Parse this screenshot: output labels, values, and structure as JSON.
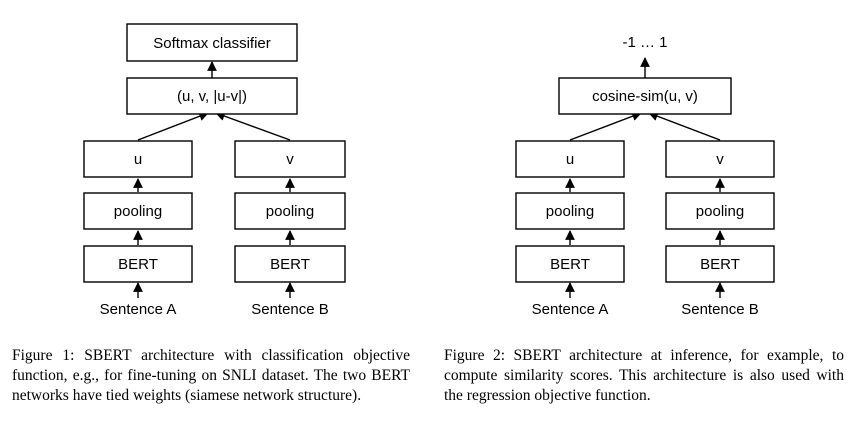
{
  "figure1": {
    "classifier": "Softmax classifier",
    "concat": "(u, v, |u-v|)",
    "left": {
      "embedding": "u",
      "pooling": "pooling",
      "encoder": "BERT",
      "input": "Sentence A"
    },
    "right": {
      "embedding": "v",
      "pooling": "pooling",
      "encoder": "BERT",
      "input": "Sentence B"
    },
    "caption": "Figure 1: SBERT architecture with classification objective function, e.g., for fine-tuning on SNLI dataset. The two BERT networks have tied weights (siamese network structure)."
  },
  "figure2": {
    "output": "-1 … 1",
    "similarity": "cosine-sim(u, v)",
    "left": {
      "embedding": "u",
      "pooling": "pooling",
      "encoder": "BERT",
      "input": "Sentence A"
    },
    "right": {
      "embedding": "v",
      "pooling": "pooling",
      "encoder": "BERT",
      "input": "Sentence B"
    },
    "caption": "Figure 2: SBERT architecture at inference, for example, to compute similarity scores. This architecture is also used with the regression objective function."
  }
}
